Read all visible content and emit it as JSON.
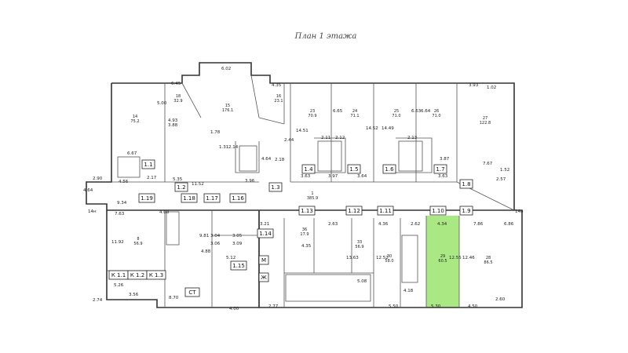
{
  "title": "План 1 этажа",
  "highlight_color": "#8ee05a",
  "axis_labels": [
    "14н",
    "14н"
  ],
  "labels": [
    "1.1",
    "1.2",
    "1.3",
    "1.4",
    "1.5",
    "1.6",
    "1.7",
    "1.8",
    "1.9",
    "1.10",
    "1.11",
    "1.12",
    "1.13",
    "1.14",
    "1.15",
    "1.16",
    "1.17",
    "1.18",
    "1.19",
    "К 1.1",
    "К 1.2",
    "К 1.3",
    "СТ",
    "М",
    "Ж"
  ],
  "rooms": [
    {
      "id": "14",
      "area": "75.2"
    },
    {
      "id": "15",
      "area": "176.1"
    },
    {
      "id": "16",
      "area": "23.1"
    },
    {
      "id": "18",
      "area": "32.9"
    },
    {
      "id": "23",
      "area": "70.9"
    },
    {
      "id": "24",
      "area": "71.1"
    },
    {
      "id": "25",
      "area": "71.0"
    },
    {
      "id": "26",
      "area": "71.0"
    },
    {
      "id": "27",
      "area": "122.8"
    },
    {
      "id": "1",
      "area": "385.9"
    },
    {
      "id": "8",
      "area": "56.9"
    },
    {
      "id": "28",
      "area": "86.5"
    },
    {
      "id": "29",
      "area": "60.5"
    },
    {
      "id": "30",
      "area": "58.0"
    },
    {
      "id": "33",
      "area": "56.9"
    },
    {
      "id": "36",
      "area": "17.9"
    }
  ],
  "dimensions": [
    "6.02",
    "6.45",
    "4.35",
    "3.93",
    "1.02",
    "5.00",
    "4.93",
    "3.88",
    "1.78",
    "1.31",
    "2.14",
    "3.96",
    "4.64",
    "2.18",
    "2.44",
    "14.51",
    "6.65",
    "6.63",
    "6.64",
    "14.52",
    "14.49",
    "2.11",
    "2.12",
    "2.13",
    "3.63",
    "3.97",
    "3.64",
    "3.63",
    "3.87",
    "7.67",
    "1.52",
    "2.57",
    "6.67",
    "2.17",
    "4.56",
    "5.35",
    "11.52",
    "2.90",
    "4.64",
    "9.34",
    "7.63",
    "4.08",
    "11.92",
    "9.81",
    "3.04",
    "3.06",
    "3.05",
    "3.09",
    "4.88",
    "5.12",
    "8.70",
    "4.00",
    "2.77",
    "3.21",
    "4.35",
    "2.63",
    "4.36",
    "2.62",
    "4.34",
    "7.86",
    "6.86",
    "12.46",
    "12.52",
    "13.63",
    "5.08",
    "5.50",
    "5.30",
    "4.50",
    "2.60",
    "2.74",
    "5.26",
    "3.56",
    "12.55",
    "4.18"
  ]
}
